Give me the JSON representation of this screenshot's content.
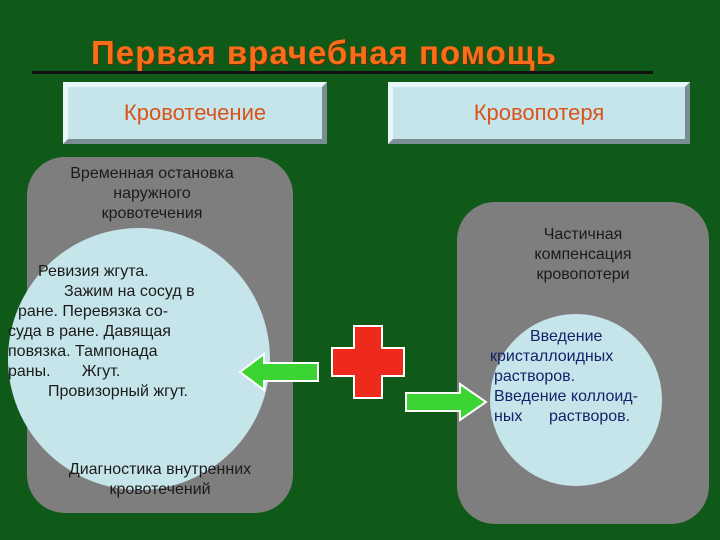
{
  "title": "      Первая врачебная помощь",
  "left": {
    "header": "Кровотечение",
    "top_text": [
      "Временная остановка",
      "наружного",
      "кровотечения"
    ],
    "circle_text": [
      "Ревизия жгута.",
      "Зажим на сосуд в",
      "ране. Перевязка со-",
      "суда в ране. Давящая",
      "повязка. Тампонада",
      "раны.       Жгут.",
      "Провизорный жгут."
    ],
    "bottom_text": [
      "Диагностика внутренних",
      "кровотечений"
    ]
  },
  "right": {
    "header": "Кровопотеря",
    "top_text": [
      "Частичная",
      "компенсация",
      "кровопотери"
    ],
    "circle_text": [
      "Введение",
      "кристаллоидных",
      "растворов.",
      "Введение коллоид-",
      "ных      растворов."
    ]
  },
  "colors": {
    "background": "#0f5a18",
    "title": "#fb6d18",
    "header_text": "#d9541a",
    "header_box": "#c6e5ea",
    "panel": "#7e7e7e",
    "circle": "#c6e5ea",
    "red_cross": "#ef2a1c",
    "arrow": "#3cd432"
  },
  "icons": [
    "red-cross-icon",
    "arrow-left-icon",
    "arrow-right-icon"
  ]
}
